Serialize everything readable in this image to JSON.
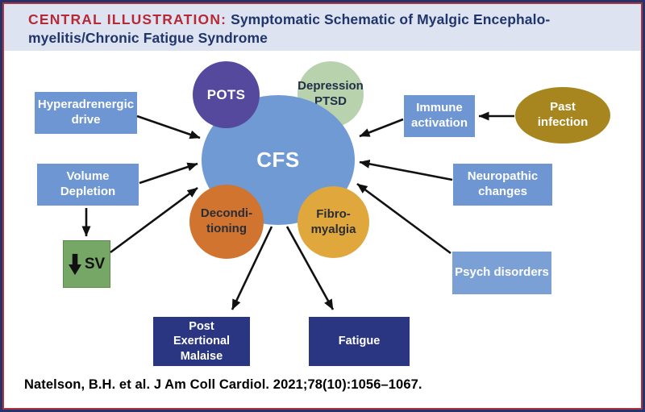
{
  "header": {
    "label": "CENTRAL ILLUSTRATION:",
    "title_line1": "Symptomatic Schematic of Myalgic Encephalo-",
    "title_line2": "myelitis/Chronic Fatigue Syndrome"
  },
  "diagram": {
    "center": {
      "label": "CFS"
    },
    "overlap_circles": {
      "pots": {
        "label": "POTS"
      },
      "depression": {
        "line1": "Depression",
        "line2": "PTSD"
      },
      "deconditioning": {
        "line1": "Decondi-",
        "line2": "tioning"
      },
      "fibromyalgia": {
        "line1": "Fibro-",
        "line2": "myalgia"
      }
    },
    "left_nodes": {
      "hyperadrenergic": {
        "line1": "Hyperadrenergic",
        "line2": "drive"
      },
      "volume": {
        "line1": "Volume",
        "line2": "Depletion"
      },
      "sv": {
        "label": "SV",
        "icon": "down-arrow-icon"
      }
    },
    "right_nodes": {
      "immune": {
        "line1": "Immune",
        "line2": "activation"
      },
      "past_infection": {
        "line1": "Past",
        "line2": "infection"
      },
      "neuropathic": {
        "line1": "Neuropathic",
        "line2": "changes"
      },
      "psych": {
        "label": "Psych disorders"
      }
    },
    "bottom_nodes": {
      "pem": {
        "line1": "Post",
        "line2": "Exertional",
        "line3": "Malaise"
      },
      "fatigue": {
        "label": "Fatigue"
      }
    },
    "edges": [
      {
        "from": "hyperadrenergic-drive",
        "to": "cfs"
      },
      {
        "from": "volume-depletion",
        "to": "cfs"
      },
      {
        "from": "volume-depletion",
        "to": "sv"
      },
      {
        "from": "sv",
        "to": "cfs"
      },
      {
        "from": "immune-activation",
        "to": "cfs"
      },
      {
        "from": "past-infection",
        "to": "immune-activation"
      },
      {
        "from": "neuropathic-changes",
        "to": "cfs"
      },
      {
        "from": "psych-disorders",
        "to": "cfs"
      },
      {
        "from": "cfs",
        "to": "post-exertional-malaise"
      },
      {
        "from": "cfs",
        "to": "fatigue"
      }
    ],
    "colors": {
      "node_blue": "#6e96d2",
      "node_blue_light": "#7aa0d6",
      "node_navy": "#2b3682",
      "node_green": "#77a767",
      "circle_purple": "#55499d",
      "circle_green": "#b8d2ae",
      "circle_blue": "#6f9ad3",
      "circle_orange": "#d0742f",
      "circle_gold": "#e0a73d",
      "ellipse_olive": "#a8861f",
      "arrow": "#111111",
      "title_bg": "#dde3f0",
      "title_label": "#b62a38",
      "title_text": "#20356b",
      "border_outer": "#25336a",
      "border_inner": "#a93540"
    }
  },
  "footer": {
    "citation": "Natelson, B.H. et al. J Am Coll Cardiol. 2021;78(10):1056–1067."
  }
}
